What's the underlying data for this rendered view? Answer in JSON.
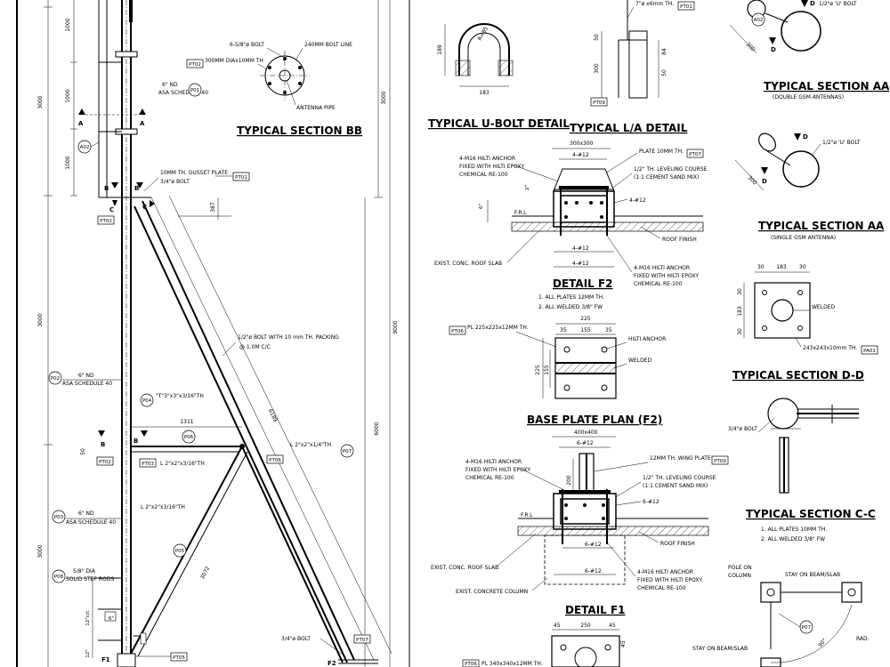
{
  "titles": {
    "sec_bb": "TYPICAL SECTION BB",
    "ubolt": "TYPICAL U-BOLT DETAIL",
    "la": "TYPICAL L/A DETAIL",
    "sec_aa_double": "TYPICAL SECTION AA",
    "sec_aa_double_sub": "(DOUBLE GSM ANTENNAS)",
    "sec_aa_single": "TYPICAL SECTION AA",
    "sec_aa_single_sub": "(SINGLE GSM ANTENNA)",
    "detail_f2": "DETAIL F2",
    "base_plate": "BASE PLATE PLAN (F2)",
    "sec_dd": "TYPICAL SECTION D-D",
    "sec_cc": "TYPICAL SECTION C-C",
    "detail_f1": "DETAIL F1"
  },
  "tower": {
    "dims_left": [
      "1000",
      "1000",
      "1000",
      "3000",
      "3000",
      "3000"
    ],
    "dims_right": [
      "3000",
      "9000",
      "6000"
    ],
    "dim_387": "387",
    "dim_1311": "1311",
    "dim_6189": "6189",
    "dim_3072": "3072",
    "dim_50": "50",
    "dim_12": "12\"",
    "dim_6": "6\"",
    "dim_12c": "12\"c/c",
    "note_nd1": "6\" ND",
    "note_asa1": "ASA SCHEDULE 40",
    "note_nd2": "6\" ND",
    "note_asa2": "ASA SCHEDULE 40",
    "note_nd3": "6\" ND",
    "note_asa3": "ASA SCHEDULE 40",
    "note_gusset": "10MM TH. GUSSET PLATE",
    "note_bolt34": "3/4\"ø BOLT",
    "note_bolt12": "1/2\"ø BOLT WITH 10 mm TH. PACKING",
    "note_bolt12b": "@ 1.0M C/C",
    "note_t3": "\"T\"3\"x3\"x3/16\"TH",
    "note_l2a": "L 2\"x2\"x3/16\"TH",
    "note_l2b": "L 2\"x2\"x1/4\"TH",
    "note_l2c": "L 2\"x2\"x3/16\"TH",
    "note_step1": "5/8\" DIA",
    "note_step2": "SOLID STEP RODS",
    "note_bolt34b": "3/4\"ø BOLT",
    "sec_a": "A",
    "sec_b": "B",
    "sec_c": "C",
    "lbl_f1": "F1",
    "lbl_f2": "F2"
  },
  "tags": {
    "pt01": "PT01",
    "pt02": "PT02",
    "pt03": "PT03",
    "pt05": "PT05",
    "pt06": "PT06",
    "pt07": "PT07",
    "pt09": "PT09",
    "pa01": "PA01",
    "a02": "A02",
    "p01": "P01",
    "p02": "P02",
    "p03": "P03",
    "p04": "P04",
    "p05": "P05",
    "p06": "P06",
    "p07": "P07",
    "p08": "P08"
  },
  "sec_bb": {
    "bolt": "6-5/8\"ø BOLT",
    "boltline": "240MM BOLT LINE",
    "plate": "300MM DIAx10MM TH",
    "pipe": "ANTENNA PIPE"
  },
  "ubolt": {
    "h": "189",
    "w": "183",
    "r": "R=85"
  },
  "la": {
    "top": "7\"ø x6mm TH.",
    "d50": "50",
    "d300": "300",
    "d84": "84",
    "d50b": "50"
  },
  "sec_aa": {
    "bolt_d": "1/2\"ø 'U' BOLT",
    "d300": "300",
    "bolt_s": "1/2\"ø 'U' BOLT",
    "d300s": "300",
    "d": "D"
  },
  "detail_f2": {
    "w": "300x300",
    "bars1": "4-#12",
    "plate": "PLATE 10MM TH.",
    "anchor1": "4-M16 HILTI ANCHOR",
    "anchor2": "FIXED WITH HILTI EPOXY",
    "anchor3": "CHEMICAL RE-100",
    "level1": "1/2\" TH. LEVELING COURSE",
    "level2": "(1:1 CEMENT SAND MIX)",
    "bars2": "4-#12",
    "bars3": "4-#12",
    "bars4": "4-#12",
    "frl": "F.R.L",
    "roof": "ROOF FINISH",
    "slab": "EXIST. CONC. ROOF SLAB",
    "anchorb1": "4-M16 HILTI ANCHOR",
    "anchorb2": "FIXED WITH HILTI EPOXY",
    "anchorb3": "CHEMICAL RE-100",
    "note1": "1.  ALL PLATES 12MM TH.",
    "note2": "2.  ALL WELDED 3/8\" FW",
    "dim6": "6\"",
    "dim2": "2\""
  },
  "base_plate": {
    "pl": "PL 225x225x12MM TH.",
    "d225": "225",
    "d35a": "35",
    "d155": "155",
    "d35b": "35",
    "d225v": "225",
    "d155v": "155",
    "anchor": "HILTI ANCHOR",
    "welded": "WELDED"
  },
  "detail_f1": {
    "w": "400x400",
    "bars1": "6-#12",
    "wing": "12MM TH. WING PLATE",
    "anchor1": "4-M16 HILTI ANCHOR",
    "anchor2": "FIXED WITH HILTI EPOXY",
    "anchor3": "CHEMICAL RE-100",
    "level1": "1/2\" TH. LEVELING COURSE",
    "level2": "(1:1 CEMENT SAND MIX)",
    "d200": "200",
    "bars2": "6-#12",
    "bars3": "6-#12",
    "bars4": "6-#12",
    "frl": "F.R.L",
    "roof": "ROOF FINISH",
    "slab": "EXIST. CONC. ROOF SLAB",
    "column": "EXIST. CONCRETE COLUMN",
    "anchorb1": "4-M16 HILTI ANCHOR",
    "anchorb2": "FIXED WITH HILTI EPOXY",
    "anchorb3": "CHEMICAL RE-100",
    "d45a": "45",
    "d250": "250",
    "d45b": "45",
    "pl": "PL 340x340x12MM TH."
  },
  "sec_dd": {
    "d30a": "30",
    "d183": "183",
    "d30b": "30",
    "v30a": "30",
    "v183": "183",
    "v30b": "30",
    "welded": "WELDED",
    "plate": "243x243x10mm TH."
  },
  "sec_cc": {
    "bolt": "3/4\"ø BOLT",
    "note1": "1.  ALL PLATES 10MM TH.",
    "note2": "2.  ALL WELDED 3/8\" FW"
  },
  "stay": {
    "pole": "POLE ON",
    "pole2": "COLUMN",
    "beam1": "STAY ON BEAM/SLAB",
    "beam2": "STAY ON BEAM/SLAB",
    "d90": "90°",
    "rad": "RAD."
  }
}
